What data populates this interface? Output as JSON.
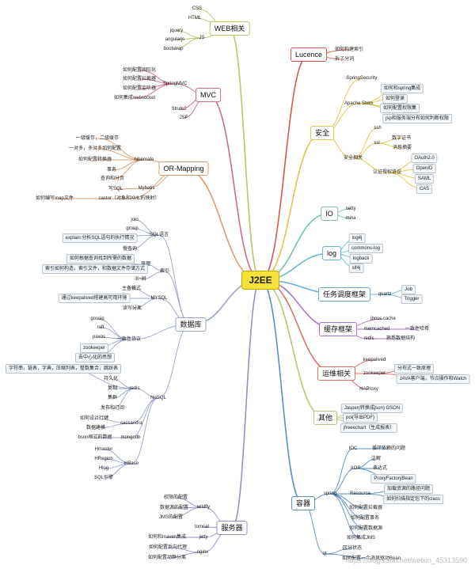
{
  "root": "J2EE",
  "watermark": "https://blog.csdn.net/weixin_45313590",
  "branch_colors": {
    "web": "#b8c56f",
    "mvc": "#d06a8c",
    "orm": "#d89a6e",
    "db": "#9aa5c8",
    "lucence": "#d2584c",
    "security": "#e2c34d",
    "io": "#79c2a5",
    "log": "#69b8c9",
    "task": "#6bb2de",
    "cache": "#a874c4",
    "ops": "#d86f6b",
    "other": "#b8c67a",
    "container": "#5a8fc4",
    "server": "#9a8ec6"
  },
  "nodes": {
    "web": "WEB相关",
    "web_css": "CSS",
    "web_html": "HTML",
    "web_js": "JS",
    "web_jquery": "jquery",
    "web_angular": "angularjs",
    "web_bootstrap": "bootstrap",
    "mvc": "MVC",
    "mvc_springmvc": "SpringMVC",
    "mvc_i18n": "如何配置国际化",
    "mvc_interceptor": "如何配置拦截器",
    "mvc_listener": "如何配置监听器",
    "mvc_websocket": "如何集成websocket",
    "mvc_struts2": "Struts2",
    "mvc_jsf": "JSF",
    "orm": "OR-Mapping",
    "orm_hibernate": "hibernate",
    "orm_cache": "一级缓存，二级缓存",
    "orm_relation": "一对多，多对多如何配置",
    "orm_converter": "如何配置转换器",
    "orm_tx": "事务",
    "orm_page": "查询和分页",
    "orm_mybatis": "Mybatis",
    "orm_sql": "写SQL",
    "orm_castor": "castor（对象和XML的映射）",
    "orm_map": "如何编写map文件",
    "db": "数据库",
    "db_sql": "SQL语言",
    "db_join": "join",
    "db_group": "group",
    "db_explain": "explain:分析SQL语句的执行情况",
    "db_slowlog": "慢查询",
    "db_index": "索引",
    "db_principle": "原理",
    "db_how_index": "如何根据查询找到所需的数据",
    "db_build_index": "索引如何构造，索引文件，和数据文件存储方式",
    "db_btree": "B+树",
    "db_mysql": "MYSQL",
    "db_master": "主备模式",
    "db_ha": "通过keepalived搭建高可用环境",
    "db_rw": "读写分离",
    "db_consistency": "一致性协议",
    "db_gossip": "gossip",
    "db_raft": "raft",
    "db_paxos": "paxos",
    "db_zk": "zookeeper",
    "db_decentral": "去中心化的思想",
    "db_nosql": "NoSQL",
    "db_redis": "redis",
    "db_redis_types": "字符串，链表，字典，压缩列表，整数集合，跳跃表",
    "db_persist": "持久化",
    "db_repl": "复制",
    "db_cluster": "集群",
    "db_pubsub": "发布和订阅",
    "db_cassandra": "cassandra",
    "db_design": "如何设计行键",
    "db_model": "数据建模",
    "db_mongodb": "mongodb",
    "db_bson": "bson格式的数据",
    "db_hbase": "HBase",
    "db_hmaster": "Hmaster",
    "db_hregion": "HRegion",
    "db_hlog": "Hlog",
    "db_sqlengine": "SQL引擎",
    "lucence": "Lucence",
    "luc_index": "如何构建索引",
    "luc_seg": "拆了分词",
    "sec": "安全",
    "sec_ss": "SpringSecurity",
    "sec_shiro": "Apache Shiro",
    "sec_shiro_spring": "如何和spring集成",
    "sec_login": "如何登录",
    "sec_perm": "如何配置权限集",
    "sec_jsp": "jsp和服务端分布如何判断权限",
    "sec_related": "安全相关",
    "sec_ssh": "ssh",
    "sec_ssl": "ssl",
    "sec_cert": "数字证书",
    "sec_digest": "消息摘要",
    "sec_auth": "认证授权协议",
    "sec_oauth": "OAuth2.0",
    "sec_openid": "OpenID",
    "sec_saml": "SAML",
    "sec_cas": "CAS",
    "io": "IO",
    "io_netty": "netty",
    "io_mina": "mina",
    "log": "log",
    "log_log4j": "log4j",
    "log_commons": "commons-log",
    "log_logback": "logback",
    "log_slf4j": "slf4j",
    "task": "任务调度框架",
    "task_quartz": "quartz",
    "task_job": "Job",
    "task_trigger": "Trigger",
    "cache": "缓存框架",
    "cache_jboss": "jboss cache",
    "cache_memcached": "memcached",
    "cache_hash": "一致性哈希",
    "cache_redis": "redis",
    "cache_hot": "熟悉数据结构",
    "ops": "运维相关",
    "ops_keepalived": "keepalived",
    "ops_zk": "zookeeper",
    "ops_dist": "分布式一致原理",
    "ops_java": "JAVA客户端，节点操作和Watch",
    "ops_haproxy": "HAProxy",
    "other": "其他",
    "other_json": "Jasper(转换成json) GSON",
    "other_poi": "poi(导出PDF)",
    "other_chart": "jfreeechart（生成报表）",
    "ctr": "容器",
    "ctr_spring": "spring",
    "ctr_ioc": "IOC",
    "ctr_loop": "循环依赖的问题",
    "ctr_aop": "AOP",
    "ctr_annot": "注解",
    "ctr_expr": "表达式",
    "ctr_proxy": "ProxyFactoryBean",
    "ctr_resource": "Resource",
    "ctr_load": "加载资源的路径问题",
    "ctr_scan": "如何扫描指定包下的class",
    "ctr_cfg_int": "如何配置拦截器",
    "ctr_cfg_tx": "如何配置事务",
    "ctr_cfg_ds": "如何配置数据源",
    "ctr_jms": "如何集成JMS",
    "ctr_qt": "qt",
    "ctr_state": "区分状态",
    "ctr_bean": "如何配置一个消息驱动Bean",
    "srv": "服务器",
    "srv_wildfly": "wildfly",
    "srv_perm": "权限的配置",
    "srv_ds": "数据源的配置",
    "srv_jms": "JMS的配置",
    "srv_tomcat": "tomcat",
    "srv_jetty": "jetty",
    "srv_maven": "如何和maven集成",
    "srv_nginx": "nginx",
    "srv_proxy": "如何配置反向代理",
    "srv_lb": "如何配置动静分离"
  }
}
